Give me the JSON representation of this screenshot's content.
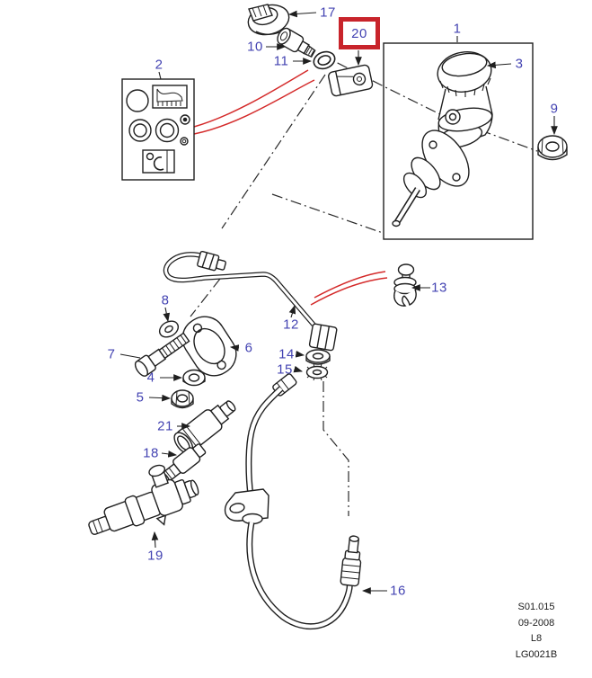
{
  "figure": {
    "callouts": {
      "c1": {
        "label": "1"
      },
      "c2": {
        "label": "2"
      },
      "c3": {
        "label": "3"
      },
      "c4": {
        "label": "4"
      },
      "c5": {
        "label": "5"
      },
      "c6": {
        "label": "6"
      },
      "c7": {
        "label": "7"
      },
      "c8": {
        "label": "8"
      },
      "c9": {
        "label": "9"
      },
      "c10": {
        "label": "10"
      },
      "c11": {
        "label": "11"
      },
      "c12": {
        "label": "12"
      },
      "c13": {
        "label": "13"
      },
      "c14": {
        "label": "14"
      },
      "c15": {
        "label": "15"
      },
      "c16": {
        "label": "16"
      },
      "c17": {
        "label": "17"
      },
      "c18": {
        "label": "18"
      },
      "c19": {
        "label": "19"
      },
      "c20": {
        "label": "20"
      },
      "c21": {
        "label": "21"
      }
    },
    "highlighted_callout": "20",
    "footer": [
      "S01.015",
      "09-2008",
      "L8",
      "LG0021B"
    ],
    "colors": {
      "highlight_box": "#c8242b",
      "reference_arcs": "#d42a2a",
      "callout_text": "#4343b2",
      "line_art": "#1f1f1f"
    }
  }
}
